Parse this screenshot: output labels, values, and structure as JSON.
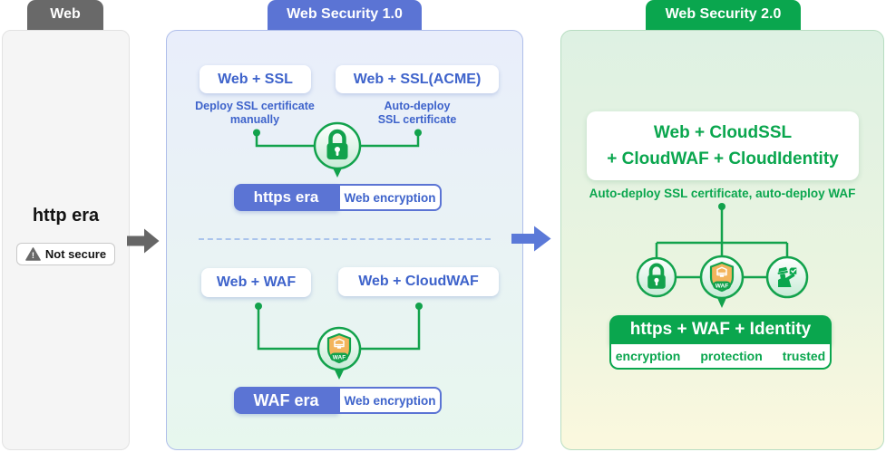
{
  "left": {
    "tab": "Web",
    "era_title": "http era",
    "badge_label": "Not secure"
  },
  "middle": {
    "tab": "Web Security 1.0",
    "ssl_box_left": "Web + SSL",
    "ssl_box_right": "Web + SSL(ACME)",
    "ssl_caption_left_line1": "Deploy SSL certificate",
    "ssl_caption_left_line2": "manually",
    "ssl_caption_right_line1": "Auto-deploy",
    "ssl_caption_right_line2": "SSL certificate",
    "https_era_label": "https era",
    "https_era_desc": "Web encryption",
    "waf_box_left": "Web + WAF",
    "waf_box_right": "Web + CloudWAF",
    "waf_era_label": "WAF era",
    "waf_era_desc": "Web encryption"
  },
  "right": {
    "tab": "Web Security 2.0",
    "title_line1": "Web + CloudSSL",
    "title_line2": "+ CloudWAF + CloudIdentity",
    "caption": "Auto-deploy SSL certificate, auto-deploy WAF",
    "era_label": "https + WAF + Identity",
    "features": [
      "encryption",
      "protection",
      "trusted"
    ]
  },
  "icons": {
    "waf_badge": "WAF",
    "warning_mark": "!"
  },
  "colors": {
    "blue": "#5b74d4",
    "blue_text": "#3e63cb",
    "green": "#0aa64e",
    "line_green": "#12a24c",
    "gray": "#696969",
    "shield_orange": "#f3b45c"
  }
}
